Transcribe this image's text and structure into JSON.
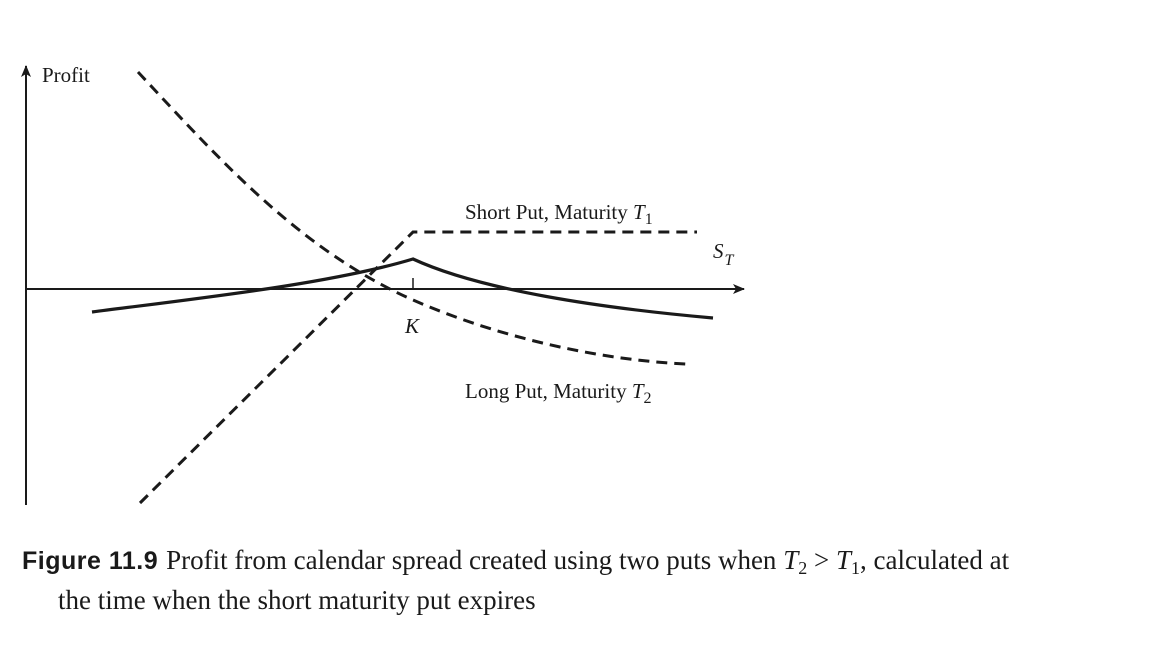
{
  "diagram": {
    "y_axis_label": "Profit",
    "x_axis_label_main": "S",
    "x_axis_label_sub": "T",
    "strike_label": "K",
    "short_put_label_prefix": "Short Put, Maturity ",
    "short_put_label_var": "T",
    "short_put_label_sub": "1",
    "long_put_label_prefix": "Long Put, Maturity ",
    "long_put_label_var": "T",
    "long_put_label_sub": "2"
  },
  "caption": {
    "figure_label": "Figure 11.9",
    "text_part1": "Profit from calendar spread created using two puts when ",
    "t2_var": "T",
    "t2_sub": "2",
    "gt": " > ",
    "t1_var": "T",
    "t1_sub": "1",
    "text_part2": ", calculated at",
    "text_line2": "the time when the short maturity put expires"
  }
}
